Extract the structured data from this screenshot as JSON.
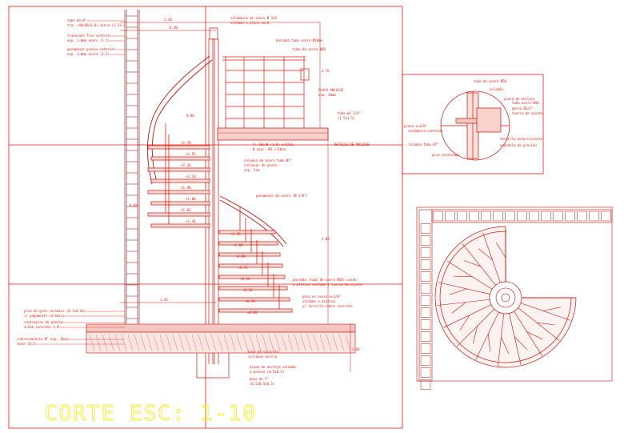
{
  "title": "CORTE ESC: 1-10",
  "colors": {
    "background": "#ffffff",
    "frame": "#e8170d",
    "linework": "#c9120a",
    "title": "#f2ee2a"
  },
  "section_notes": [
    {
      "id": "n1",
      "text": "tubo ø4 N°"
    },
    {
      "id": "n2",
      "text": "tra. (40x40x3.0) acero (1.5)"
    },
    {
      "id": "n3",
      "text": "travesaño fino exterior"
    },
    {
      "id": "n4",
      "text": "esp. 1.0mm acero (1.5)"
    },
    {
      "id": "n5",
      "text": "pasamanos grueso exterior"
    },
    {
      "id": "n6",
      "text": "esp. 1.0mm acero (1.5)"
    },
    {
      "id": "n7",
      "text": "soldadura de acero Ø 3/8"
    },
    {
      "id": "n8",
      "text": "soldado a placa unid."
    },
    {
      "id": "n9",
      "text": "baranda tubo acero Ø50mm"
    },
    {
      "id": "n10",
      "text": "tubo de acero Ø40"
    },
    {
      "id": "n11",
      "text": "PLACA ANCLAJE"
    },
    {
      "id": "n12",
      "text": "esp. 10mm"
    },
    {
      "id": "n13",
      "text": "tubo ø1 1/4\""
    },
    {
      "id": "n14",
      "text": "(1.5x1.5)"
    },
    {
      "id": "n15",
      "text": "Y: 40x40 (3.0) e/25cm"
    },
    {
      "id": "n16",
      "text": "Ø acer. Ø3 c/20cm"
    },
    {
      "id": "n17",
      "text": "columna de acero tubo Ø7\""
    },
    {
      "id": "n18",
      "text": "rellenar de pasto"
    },
    {
      "id": "n19",
      "text": "esp. 5cm"
    },
    {
      "id": "n20",
      "text": "DETALLE DE ANCLAJE"
    },
    {
      "id": "n21",
      "text": "pasamanos de acero (Ø 3/8\")"
    },
    {
      "id": "n22",
      "text": "baranda (tubo de acero Ø50) unido"
    },
    {
      "id": "n23",
      "text": "a pletina soldada y tuerca de ajuste"
    },
    {
      "id": "n24",
      "text": "paso en acero e=1/8\""
    },
    {
      "id": "n25",
      "text": "soldado a platina"
    },
    {
      "id": "n26",
      "text": "y/ tornillo sobre concreto"
    },
    {
      "id": "n27",
      "text": "piso de gres cerámico (0.3x0.3m)"
    },
    {
      "id": "n28",
      "text": "c/ pegamento cerámico"
    },
    {
      "id": "n29",
      "text": "contrapiso de piedra"
    },
    {
      "id": "n30",
      "text": "e=5cm concreto 1:8"
    },
    {
      "id": "n31",
      "text": "sobrecimiento N° esp. 10cm"
    },
    {
      "id": "n32",
      "text": "base (0.5)"
    },
    {
      "id": "n33",
      "text": "base de concreto"
    },
    {
      "id": "n34",
      "text": "ciclópeo mezcla"
    },
    {
      "id": "n35",
      "text": "placa de anclaje soldada"
    },
    {
      "id": "n36",
      "text": "a pernos (0.5x0.5)"
    },
    {
      "id": "n37",
      "text": "base de F°"
    },
    {
      "id": "n38",
      "text": "(0.5x0.5x0.5)"
    }
  ],
  "levels": [
    "+2.70",
    "+2.52",
    "+2.34",
    "+2.16",
    "+1.98",
    "+1.80",
    "+1.62",
    "+1.44",
    "+1.26",
    "+1.08",
    "+0.90",
    "+0.72",
    "+0.54",
    "+0.36",
    "+0.18",
    "±0.00"
  ],
  "dimensions": [
    "1.20",
    "0.30",
    "0.90",
    "0.60",
    "2.00",
    "1.00",
    "2.70",
    "1.20"
  ],
  "detail_notes": [
    "tubo de acero Ø50",
    "soldado",
    "placa de anclaje",
    "tubo acero Ø40",
    "perno Ø1/2\"",
    "tuerca de ajuste",
    "placa e=3/8\"",
    "soldadura continua",
    "columna tubo Ø7\"",
    "tornillo autorroscante",
    "arandela de presión",
    "piso terminado"
  ]
}
